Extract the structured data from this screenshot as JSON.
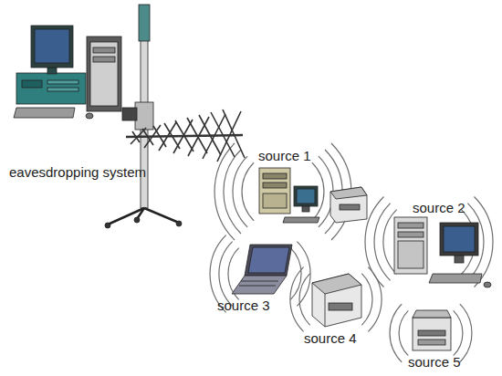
{
  "diagram": {
    "labels": [
      "eavesdropping system",
      "source 1",
      "source 2",
      "source 3",
      "source 4",
      "source 5"
    ]
  }
}
